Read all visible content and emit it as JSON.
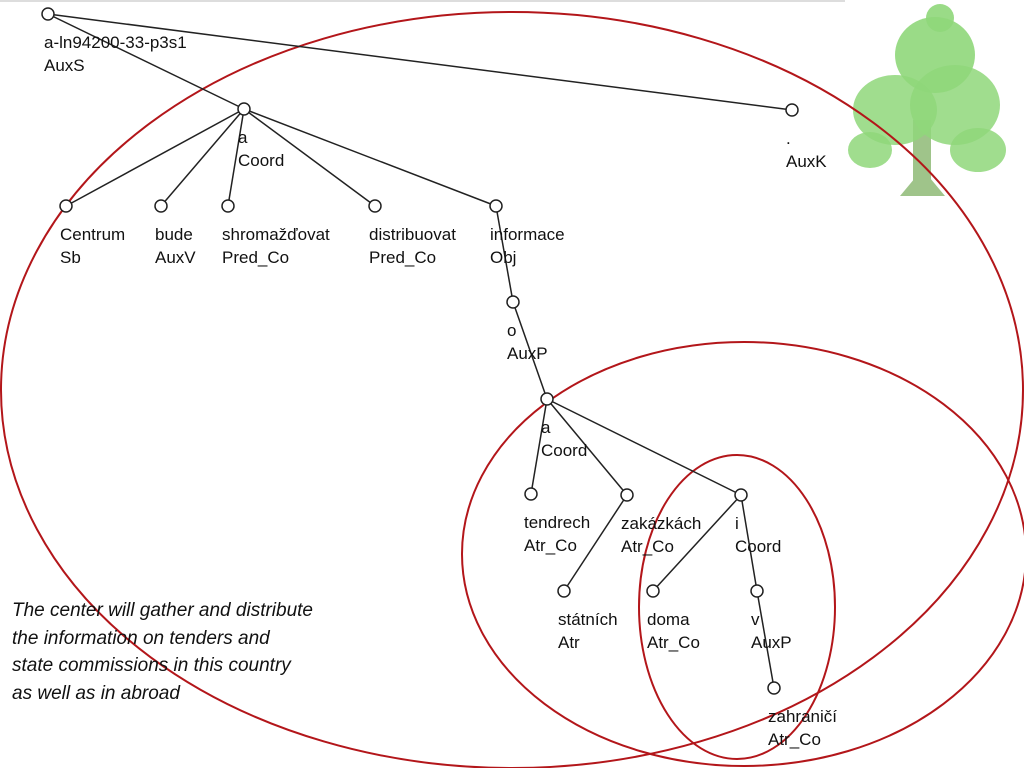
{
  "tree": {
    "nodes": [
      {
        "id": "root",
        "word": "a-ln94200-33-p3s1",
        "tag": "AuxS"
      },
      {
        "id": "coord1",
        "word": "a",
        "tag": "Coord"
      },
      {
        "id": "period",
        "word": ".",
        "tag": "AuxK"
      },
      {
        "id": "centrum",
        "word": "Centrum",
        "tag": "Sb"
      },
      {
        "id": "bude",
        "word": "bude",
        "tag": "AuxV"
      },
      {
        "id": "shromazdovat",
        "word": "shromažďovat",
        "tag": "Pred_Co"
      },
      {
        "id": "distribuovat",
        "word": "distribuovat",
        "tag": "Pred_Co"
      },
      {
        "id": "informace",
        "word": "informace",
        "tag": "Obj"
      },
      {
        "id": "o",
        "word": "o",
        "tag": "AuxP"
      },
      {
        "id": "coord2",
        "word": "a",
        "tag": "Coord"
      },
      {
        "id": "tendrech",
        "word": "tendrech",
        "tag": "Atr_Co"
      },
      {
        "id": "zakazkach",
        "word": "zakázkách",
        "tag": "Atr_Co"
      },
      {
        "id": "i",
        "word": "i",
        "tag": "Coord"
      },
      {
        "id": "statnich",
        "word": "státních",
        "tag": "Atr"
      },
      {
        "id": "doma",
        "word": "doma",
        "tag": "Atr_Co"
      },
      {
        "id": "v",
        "word": "v",
        "tag": "AuxP"
      },
      {
        "id": "zahranici",
        "word": "zahraničí",
        "tag": "Atr_Co"
      }
    ],
    "edges": [
      [
        "root",
        "coord1"
      ],
      [
        "root",
        "period"
      ],
      [
        "coord1",
        "centrum"
      ],
      [
        "coord1",
        "bude"
      ],
      [
        "coord1",
        "shromazdovat"
      ],
      [
        "coord1",
        "distribuovat"
      ],
      [
        "coord1",
        "informace"
      ],
      [
        "informace",
        "o"
      ],
      [
        "o",
        "coord2"
      ],
      [
        "coord2",
        "tendrech"
      ],
      [
        "coord2",
        "zakazkach"
      ],
      [
        "coord2",
        "i"
      ],
      [
        "zakazkach",
        "statnich"
      ],
      [
        "i",
        "doma"
      ],
      [
        "i",
        "v"
      ],
      [
        "v",
        "zahranici"
      ]
    ]
  },
  "caption": {
    "lines": [
      "The center will gather and distribute",
      "the information on tenders and",
      "state commissions in this country",
      "as well as in abroad"
    ]
  },
  "colors": {
    "ellipse": "#b3161a",
    "tree_icon_foliage": "#8fd77a",
    "tree_icon_trunk": "#9fc48a"
  },
  "icons": [
    "tree-icon"
  ]
}
